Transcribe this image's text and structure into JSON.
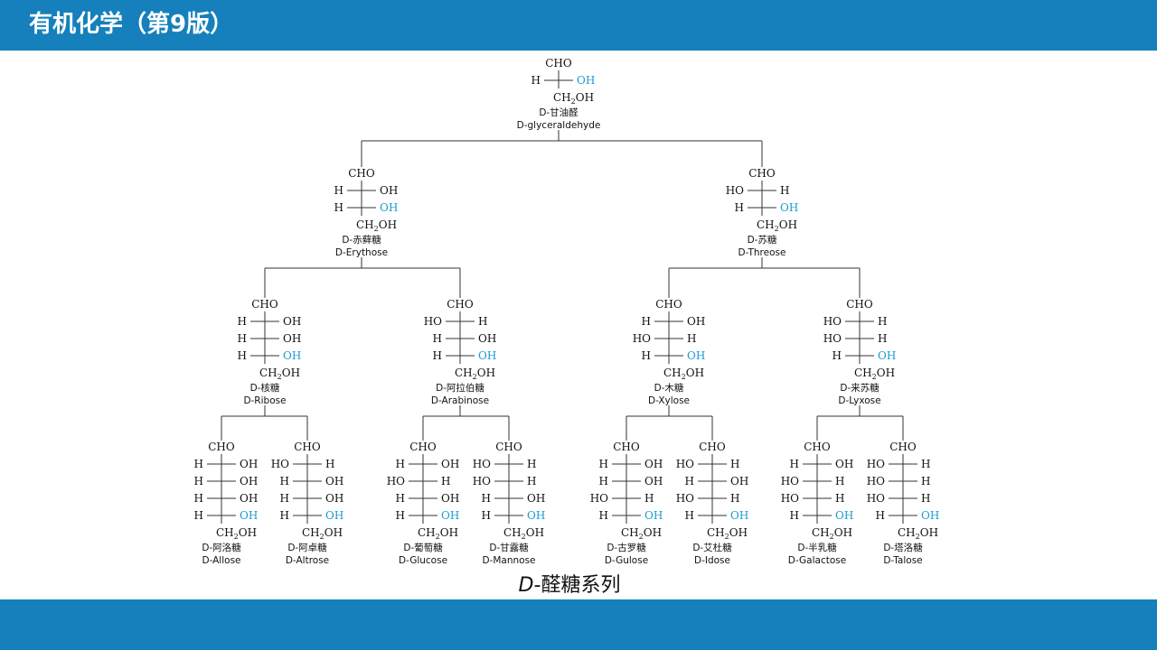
{
  "header": {
    "title": "有机化学（第9版）"
  },
  "colors": {
    "header_bg": "#1580bb",
    "footer_bg": "#1580bb",
    "highlight_oh": "#1a9bd3",
    "text": "#111111",
    "line": "#333333"
  },
  "tree": {
    "top_label": "CHO",
    "bottom_label": "CH2OH",
    "sugars": [
      {
        "id": "glyceraldehyde",
        "cn": "D-甘油醛",
        "en": "D-glyceraldehyde",
        "rows": [
          [
            "H",
            "OH"
          ]
        ]
      },
      {
        "id": "erythrose",
        "cn": "D-赤藓糖",
        "en": "D-Erythose",
        "rows": [
          [
            "H",
            "OH"
          ],
          [
            "H",
            "OH"
          ]
        ]
      },
      {
        "id": "threose",
        "cn": "D-苏糖",
        "en": "D-Threose",
        "rows": [
          [
            "HO",
            "H"
          ],
          [
            "H",
            "OH"
          ]
        ]
      },
      {
        "id": "ribose",
        "cn": "D-核糖",
        "en": "D-Ribose",
        "rows": [
          [
            "H",
            "OH"
          ],
          [
            "H",
            "OH"
          ],
          [
            "H",
            "OH"
          ]
        ]
      },
      {
        "id": "arabinose",
        "cn": "D-阿拉伯糖",
        "en": "D-Arabinose",
        "rows": [
          [
            "HO",
            "H"
          ],
          [
            "H",
            "OH"
          ],
          [
            "H",
            "OH"
          ]
        ]
      },
      {
        "id": "xylose",
        "cn": "D-木糖",
        "en": "D-Xylose",
        "rows": [
          [
            "H",
            "OH"
          ],
          [
            "HO",
            "H"
          ],
          [
            "H",
            "OH"
          ]
        ]
      },
      {
        "id": "lyxose",
        "cn": "D-来苏糖",
        "en": "D-Lyxose",
        "rows": [
          [
            "HO",
            "H"
          ],
          [
            "HO",
            "H"
          ],
          [
            "H",
            "OH"
          ]
        ]
      },
      {
        "id": "allose",
        "cn": "D-阿洛糖",
        "en": "D-Allose",
        "rows": [
          [
            "H",
            "OH"
          ],
          [
            "H",
            "OH"
          ],
          [
            "H",
            "OH"
          ],
          [
            "H",
            "OH"
          ]
        ]
      },
      {
        "id": "altrose",
        "cn": "D-阿卓糖",
        "en": "D-Altrose",
        "rows": [
          [
            "HO",
            "H"
          ],
          [
            "H",
            "OH"
          ],
          [
            "H",
            "OH"
          ],
          [
            "H",
            "OH"
          ]
        ]
      },
      {
        "id": "glucose",
        "cn": "D-葡萄糖",
        "en": "D-Glucose",
        "rows": [
          [
            "H",
            "OH"
          ],
          [
            "HO",
            "H"
          ],
          [
            "H",
            "OH"
          ],
          [
            "H",
            "OH"
          ]
        ]
      },
      {
        "id": "mannose",
        "cn": "D-甘露糖",
        "en": "D-Mannose",
        "rows": [
          [
            "HO",
            "H"
          ],
          [
            "HO",
            "H"
          ],
          [
            "H",
            "OH"
          ],
          [
            "H",
            "OH"
          ]
        ]
      },
      {
        "id": "gulose",
        "cn": "D-古罗糖",
        "en": "D-Gulose",
        "rows": [
          [
            "H",
            "OH"
          ],
          [
            "H",
            "OH"
          ],
          [
            "HO",
            "H"
          ],
          [
            "H",
            "OH"
          ]
        ]
      },
      {
        "id": "idose",
        "cn": "D-艾杜糖",
        "en": "D-Idose",
        "rows": [
          [
            "HO",
            "H"
          ],
          [
            "H",
            "OH"
          ],
          [
            "HO",
            "H"
          ],
          [
            "H",
            "OH"
          ]
        ]
      },
      {
        "id": "galactose",
        "cn": "D-半乳糖",
        "en": "D-Galactose",
        "rows": [
          [
            "H",
            "OH"
          ],
          [
            "HO",
            "H"
          ],
          [
            "HO",
            "H"
          ],
          [
            "H",
            "OH"
          ]
        ]
      },
      {
        "id": "talose",
        "cn": "D-塔洛糖",
        "en": "D-Talose",
        "rows": [
          [
            "HO",
            "H"
          ],
          [
            "HO",
            "H"
          ],
          [
            "HO",
            "H"
          ],
          [
            "H",
            "OH"
          ]
        ]
      }
    ]
  },
  "caption": {
    "d": "D",
    "rest": "-醛糖系列"
  }
}
